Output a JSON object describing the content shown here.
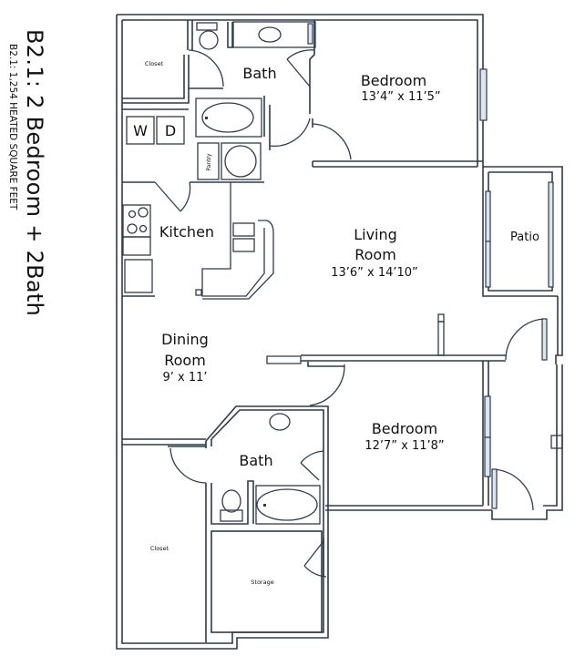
{
  "title": "B2.1: 2 Bedroom + 2Bath",
  "subtitle": "B2.1: 1,254 HEATED SQUARE FEET",
  "colors": {
    "wall": "#2f3b4a",
    "window": "#dde6ee",
    "background": "#ffffff",
    "text": "#111111"
  },
  "rooms": {
    "closet_top": {
      "label": "Closet"
    },
    "bath_top": {
      "label": "Bath"
    },
    "bedroom_top": {
      "label": "Bedroom",
      "dims": "13’4” x 11’5”"
    },
    "washer": {
      "label": "W"
    },
    "dryer": {
      "label": "D"
    },
    "pantry": {
      "label": "Pantry"
    },
    "kitchen": {
      "label": "Kitchen"
    },
    "living": {
      "label_line1": "Living",
      "label_line2": "Room",
      "dims": "13’6” x 14’10”"
    },
    "patio": {
      "label": "Patio"
    },
    "dining": {
      "label_line1": "Dining",
      "label_line2": "Room",
      "dims": "9’ x 11’"
    },
    "bedroom_bottom": {
      "label": "Bedroom",
      "dims": "12’7” x 11’8”"
    },
    "bath_bottom": {
      "label": "Bath"
    },
    "closet_bottom": {
      "label": "Closet"
    },
    "storage": {
      "label": "Storage"
    }
  }
}
